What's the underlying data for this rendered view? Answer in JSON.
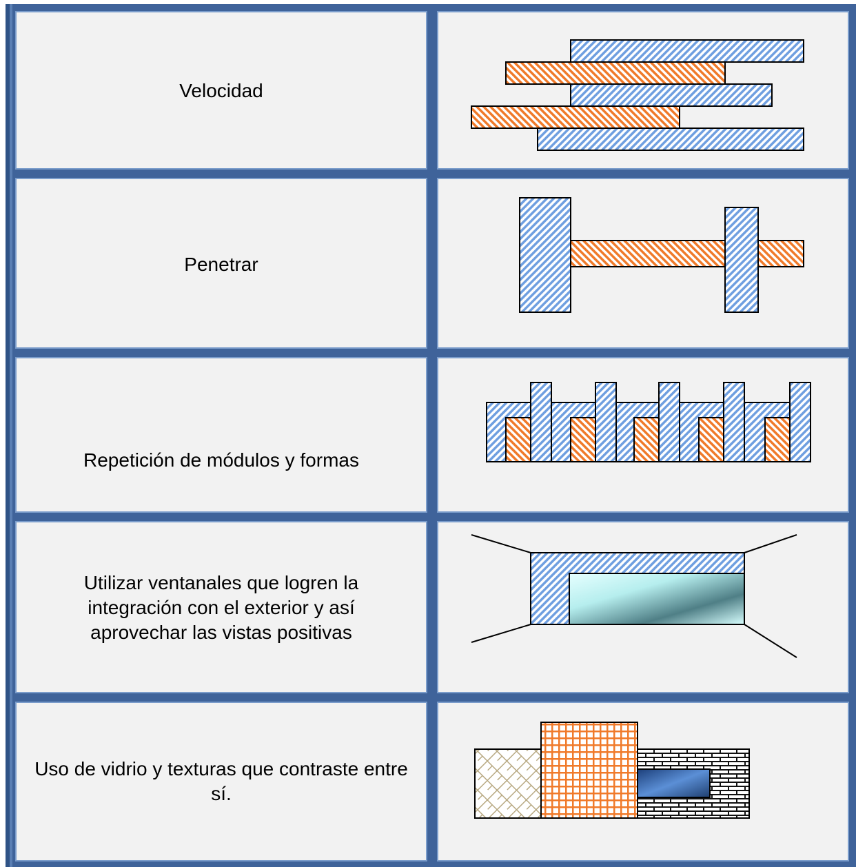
{
  "rows": [
    {
      "label": "Velocidad"
    },
    {
      "label": "Penetrar"
    },
    {
      "label": "Repetición de módulos y formas"
    },
    {
      "label": "Utilizar  ventanales que logren la integración con el exterior y así aprovechar las vistas positivas"
    },
    {
      "label": "Uso de vidrio y texturas que contraste entre sí."
    }
  ],
  "colors": {
    "frame": "#3f639a",
    "cell_bg": "#f2f2f2",
    "blue_hatch": "#6f9fe0",
    "orange_hatch": "#f07a2a",
    "outline": "#000000"
  }
}
